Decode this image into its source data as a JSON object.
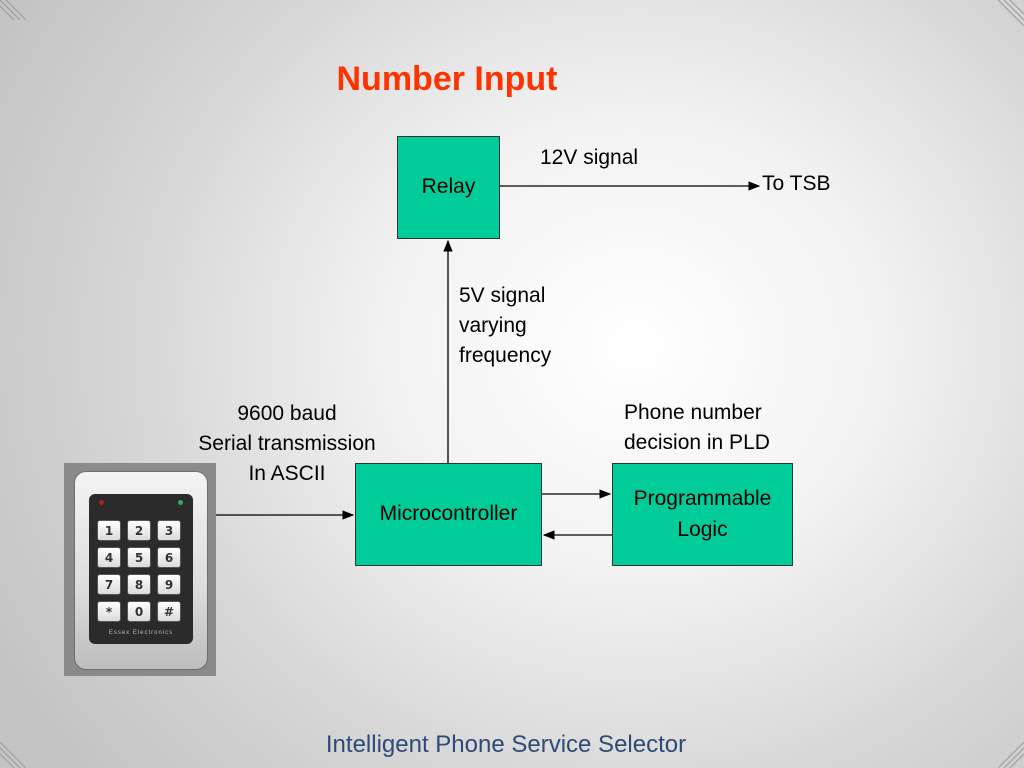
{
  "slide": {
    "title": "Number Input",
    "footer": "Intelligent Phone Service Selector"
  },
  "blocks": {
    "relay": "Relay",
    "microcontroller": "Microcontroller",
    "pld": [
      "Programmable",
      "Logic"
    ]
  },
  "labels": {
    "signal_12v": "12V signal",
    "to_tsb": "To TSB",
    "signal_5v": [
      "5V signal",
      "varying",
      "frequency"
    ],
    "phone_decision": [
      "Phone number",
      "decision in PLD"
    ],
    "serial": [
      "9600 baud",
      "Serial transmission",
      "In ASCII"
    ]
  },
  "keypad": {
    "keys": [
      "1",
      "2",
      "3",
      "4",
      "5",
      "6",
      "7",
      "8",
      "9",
      "*",
      "0",
      "#"
    ],
    "brand": "Essex Electronics"
  },
  "colors": {
    "title": "#ff3300",
    "block_fill": "#00cc99",
    "footer": "#2e4b75"
  }
}
